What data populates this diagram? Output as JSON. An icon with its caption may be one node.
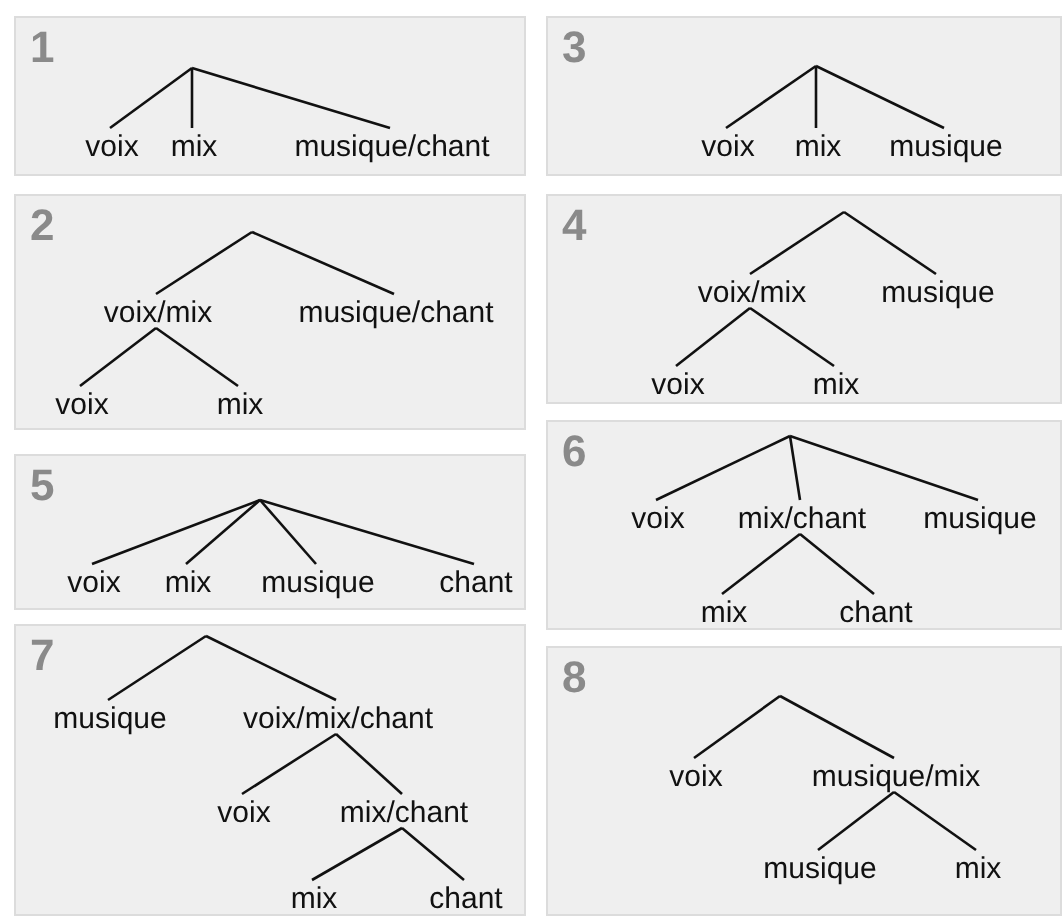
{
  "diagram": {
    "nodes": [
      {
        "text": [
          "1"
        ]
      },
      {
        "text": [
          "voix"
        ],
        "in": 0
      },
      {
        "text": [
          "mix"
        ],
        "in": 0
      },
      {
        "text": [
          "musique/chant"
        ],
        "in": 0
      },
      {
        "text": [
          "3"
        ]
      },
      {
        "text": [
          "voix"
        ],
        "in": 4
      },
      {
        "text": [
          "mix"
        ],
        "in": 4
      },
      {
        "text": [
          "musique"
        ],
        "in": 4
      },
      {
        "text": [
          "2"
        ]
      },
      {
        "text": [
          "voix/mix"
        ],
        "in": 8
      },
      {
        "text": [
          "musique/chant"
        ],
        "in": 8
      },
      {
        "text": [
          "voix"
        ],
        "in": 8
      },
      {
        "text": [
          "mix"
        ],
        "in": 8
      },
      {
        "text": [
          "4"
        ]
      },
      {
        "text": [
          "voix/mix"
        ],
        "in": 13
      },
      {
        "text": [
          "musique"
        ],
        "in": 13
      },
      {
        "text": [
          "voix"
        ],
        "in": 13
      },
      {
        "text": [
          "mix"
        ],
        "in": 13
      },
      {
        "text": [
          "5"
        ]
      },
      {
        "text": [
          "voix"
        ],
        "in": 18
      },
      {
        "text": [
          "mix"
        ],
        "in": 18
      },
      {
        "text": [
          "musique"
        ],
        "in": 18
      },
      {
        "text": [
          "chant"
        ],
        "in": 18
      },
      {
        "text": [
          "6"
        ]
      },
      {
        "text": [
          "voix"
        ],
        "in": 23
      },
      {
        "text": [
          "mix/chant"
        ],
        "in": 23
      },
      {
        "text": [
          "musique"
        ],
        "in": 23
      },
      {
        "text": [
          "mix"
        ],
        "in": 23
      },
      {
        "text": [
          "chant"
        ],
        "in": 23
      },
      {
        "text": [
          "7"
        ]
      },
      {
        "text": [
          "musique"
        ],
        "in": 29
      },
      {
        "text": [
          "voix/mix/chant"
        ],
        "in": 29
      },
      {
        "text": [
          "voix"
        ],
        "in": 29
      },
      {
        "text": [
          "mix/chant"
        ],
        "in": 29
      },
      {
        "text": [
          "mix"
        ],
        "in": 29
      },
      {
        "text": [
          "chant"
        ],
        "in": 29
      },
      {
        "text": [
          "8"
        ]
      },
      {
        "text": [
          "voix"
        ],
        "in": 36
      },
      {
        "text": [
          "musique/mix"
        ],
        "in": 36
      },
      {
        "text": [
          "musique"
        ],
        "in": 36
      },
      {
        "text": [
          "mix"
        ],
        "in": 36
      }
    ],
    "edges": [
      {
        "from": null,
        "to": 1,
        "arrow": "none"
      },
      {
        "from": null,
        "to": 2,
        "arrow": "none"
      },
      {
        "from": null,
        "to": 3,
        "arrow": "none"
      },
      {
        "from": null,
        "to": 5,
        "arrow": "none"
      },
      {
        "from": null,
        "to": 6,
        "arrow": "none"
      },
      {
        "from": null,
        "to": 7,
        "arrow": "none"
      },
      {
        "from": null,
        "to": 9,
        "arrow": "none"
      },
      {
        "from": null,
        "to": 10,
        "arrow": "none"
      },
      {
        "from": 9,
        "to": 11,
        "arrow": "none"
      },
      {
        "from": 9,
        "to": 12,
        "arrow": "none"
      },
      {
        "from": null,
        "to": 14,
        "arrow": "none"
      },
      {
        "from": null,
        "to": 15,
        "arrow": "none"
      },
      {
        "from": 14,
        "to": 16,
        "arrow": "none"
      },
      {
        "from": 14,
        "to": 17,
        "arrow": "none"
      },
      {
        "from": null,
        "to": 19,
        "arrow": "none"
      },
      {
        "from": null,
        "to": 20,
        "arrow": "none"
      },
      {
        "from": null,
        "to": 21,
        "arrow": "none"
      },
      {
        "from": null,
        "to": 22,
        "arrow": "none"
      },
      {
        "from": null,
        "to": 24,
        "arrow": "none"
      },
      {
        "from": null,
        "to": 25,
        "arrow": "none"
      },
      {
        "from": null,
        "to": 26,
        "arrow": "none"
      },
      {
        "from": 25,
        "to": 27,
        "arrow": "none"
      },
      {
        "from": 25,
        "to": 28,
        "arrow": "none"
      },
      {
        "from": null,
        "to": 30,
        "arrow": "none"
      },
      {
        "from": null,
        "to": 31,
        "arrow": "none"
      },
      {
        "from": 31,
        "to": 32,
        "arrow": "none"
      },
      {
        "from": 31,
        "to": 33,
        "arrow": "none"
      },
      {
        "from": 33,
        "to": 34,
        "arrow": "none"
      },
      {
        "from": 33,
        "to": 35,
        "arrow": "none"
      },
      {
        "from": null,
        "to": 37,
        "arrow": "none"
      },
      {
        "from": null,
        "to": 38,
        "arrow": "none"
      },
      {
        "from": 38,
        "to": 39,
        "arrow": "none"
      },
      {
        "from": 38,
        "to": 40,
        "arrow": "none"
      }
    ]
  }
}
